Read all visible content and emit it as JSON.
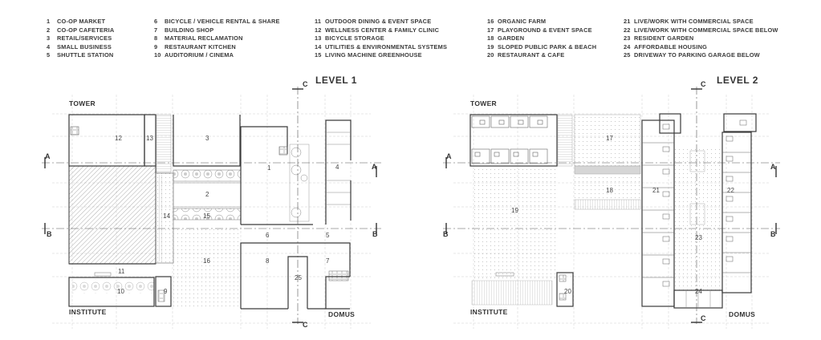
{
  "legend": [
    [
      {
        "n": "1",
        "t": "CO-OP MARKET"
      },
      {
        "n": "2",
        "t": "CO-OP CAFETERIA"
      },
      {
        "n": "3",
        "t": "RETAIL/SERVICES"
      },
      {
        "n": "4",
        "t": "SMALL BUSINESS"
      },
      {
        "n": "5",
        "t": "SHUTTLE STATION"
      }
    ],
    [
      {
        "n": "6",
        "t": "BICYCLE / VEHICLE RENTAL & SHARE"
      },
      {
        "n": "7",
        "t": "BUILDING SHOP"
      },
      {
        "n": "8",
        "t": "MATERIAL RECLAMATION"
      },
      {
        "n": "9",
        "t": "RESTAURANT KITCHEN"
      },
      {
        "n": "10",
        "t": "AUDITORIUM / CINEMA"
      }
    ],
    [
      {
        "n": "11",
        "t": "OUTDOOR DINING & EVENT SPACE"
      },
      {
        "n": "12",
        "t": "WELLNESS CENTER & FAMILY CLINIC"
      },
      {
        "n": "13",
        "t": "BICYCLE STORAGE"
      },
      {
        "n": "14",
        "t": "UTILITIES & ENVIRONMENTAL SYSTEMS"
      },
      {
        "n": "15",
        "t": "LIVING MACHINE GREENHOUSE"
      }
    ],
    [
      {
        "n": "16",
        "t": "ORGANIC FARM"
      },
      {
        "n": "17",
        "t": "PLAYGROUND & EVENT SPACE"
      },
      {
        "n": "18",
        "t": "GARDEN"
      },
      {
        "n": "19",
        "t": "SLOPED PUBLIC PARK & BEACH"
      },
      {
        "n": "20",
        "t": "RESTAURANT & CAFE"
      }
    ],
    [
      {
        "n": "21",
        "t": "LIVE/WORK WITH COMMERCIAL SPACE"
      },
      {
        "n": "22",
        "t": "LIVE/WORK WITH COMMERCIAL SPACE BELOW"
      },
      {
        "n": "23",
        "t": "RESIDENT GARDEN"
      },
      {
        "n": "24",
        "t": "AFFORDABLE HOUSING"
      },
      {
        "n": "25",
        "t": "DRIVEWAY TO PARKING GARAGE BELOW"
      }
    ]
  ],
  "level1": {
    "title": "LEVEL 1",
    "tower": "TOWER",
    "institute": "INSTITUTE",
    "domus": "DOMUS",
    "axis_a": "A",
    "axis_b": "B",
    "axis_c": "C",
    "rooms": [
      "12",
      "13",
      "3",
      "1",
      "4",
      "2",
      "14",
      "15",
      "6",
      "5",
      "16",
      "8",
      "7",
      "25",
      "11",
      "10",
      "9"
    ]
  },
  "level2": {
    "title": "LEVEL 2",
    "tower": "TOWER",
    "institute": "INSTITUTE",
    "domus": "DOMUS",
    "axis_a": "A",
    "axis_b": "B",
    "axis_c": "C",
    "rooms": [
      "17",
      "18",
      "21",
      "22",
      "19",
      "23",
      "20",
      "24"
    ]
  }
}
